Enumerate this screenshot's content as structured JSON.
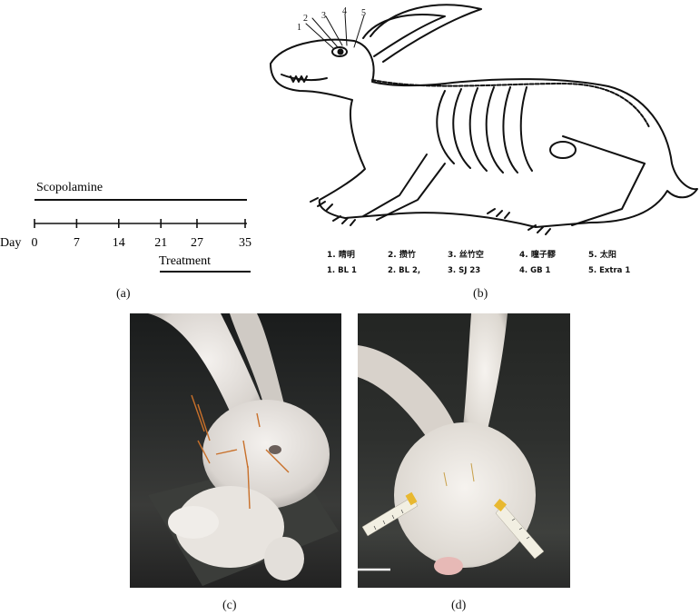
{
  "panel_a": {
    "label": "(a)",
    "drug": "Scopolamine",
    "axis_prefix": "Day",
    "days": [
      "0",
      "7",
      "14",
      "21",
      "27",
      "35"
    ],
    "treatment": "Treatment"
  },
  "panel_b": {
    "label": "(b)",
    "markers": [
      "1",
      "2",
      "3",
      "4",
      "5"
    ],
    "points_zh": [
      "1. 睛明",
      "2. 攒竹",
      "3. 丝竹空",
      "4. 瞳子髎",
      "5. 太阳"
    ],
    "points_code": [
      "1. BL 1",
      "2. BL 2,",
      "3. SJ 23",
      "4. GB 1",
      "5. Extra 1"
    ]
  },
  "panel_c": {
    "label": "(c)"
  },
  "panel_d": {
    "label": "(d)"
  },
  "colors": {
    "needle": "#c8702a",
    "tape": "#f2efe2",
    "tape_band": "#e8b830"
  }
}
